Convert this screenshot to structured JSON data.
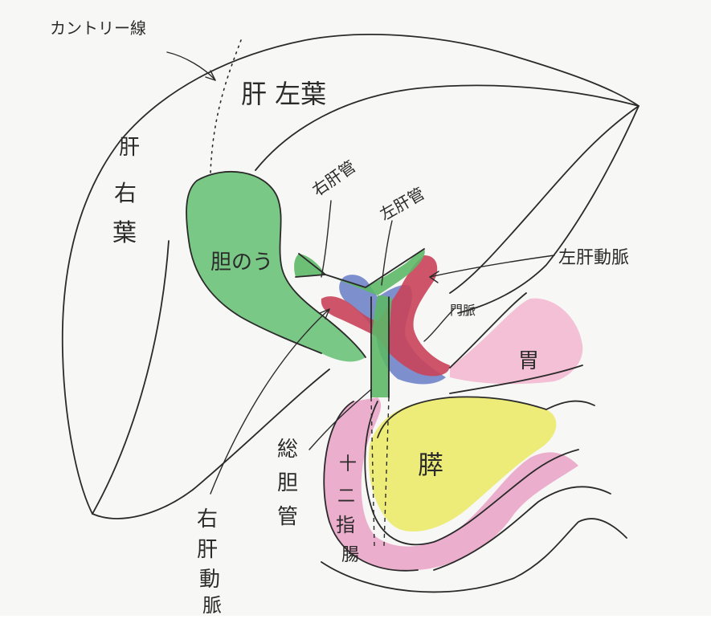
{
  "labels": {
    "calot_line": "カントリー線",
    "liver_left_lobe": "肝 左葉",
    "liver_right_lobe_1": "肝",
    "liver_right_lobe_2": "右",
    "liver_right_lobe_3": "葉",
    "gallbladder": "胆のう",
    "right_hepatic_duct": "右肝管",
    "left_hepatic_duct": "左肝管",
    "left_hepatic_artery": "左肝動脈",
    "portal_vein": "門脈",
    "stomach": "胃",
    "pancreas": "膵",
    "common_bile_duct_1": "総",
    "common_bile_duct_2": "胆",
    "common_bile_duct_3": "管",
    "duodenum_1": "十",
    "duodenum_2": "二",
    "duodenum_3": "指",
    "duodenum_4": "腸",
    "right_hepatic_artery_1": "右",
    "right_hepatic_artery_2": "肝",
    "right_hepatic_artery_3": "動",
    "right_hepatic_artery_4": "脈"
  },
  "colors": {
    "paper": "#f7f7f5",
    "ink": "#2a2a2a",
    "gallbladder_green": "#6cc27a",
    "duct_green": "#5db868",
    "artery_red": "#c9425a",
    "vein_blue": "#6f84c9",
    "stomach_pink": "#f3b6cf",
    "duodenum_pink": "#eaa1c6",
    "pancreas_yellow": "#ecea6a"
  }
}
